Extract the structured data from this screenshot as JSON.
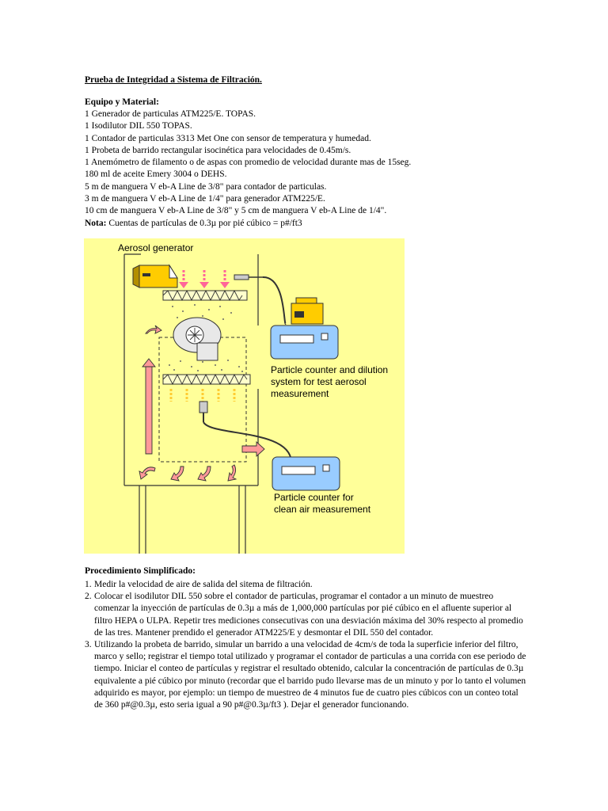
{
  "title": "Prueba de Integridad a Sistema de Filtración.",
  "equipment": {
    "heading": "Equipo y Material:",
    "items": [
      "1 Generador de particulas ATM225/E. TOPAS.",
      "1 Isodilutor DIL 550 TOPAS.",
      "1 Contador de particulas 3313 Met One con sensor de temperatura y humedad.",
      "1 Probeta de barrido rectangular isocinética para velocidades de 0.45m/s.",
      "1 Anemómetro de filamento o de aspas con promedio de velocidad durante mas de 15seg.",
      "180 ml de aceite Emery 3004 o DEHS.",
      "5 m de manguera V eb-A Line de 3/8\" para contador de particulas.",
      "3 m de manguera V eb-A Line de 1/4\" para generador ATM225/E.",
      "10 cm de manguera V eb-A Line de 3/8\" y 5 cm de manguera V eb-A Line de 1/4\"."
    ],
    "note_label": "Nota:",
    "note_text": " Cuentas de partículas de 0.3µ por pié cúbico =  p#/ft3"
  },
  "figure": {
    "labels": {
      "aerosol_generator": "Aerosol generator",
      "counter_dilution_1": "Particle counter and dilution",
      "counter_dilution_2": "system for test aerosol",
      "counter_dilution_3": "measurement",
      "clean_air_1": "Particle counter for",
      "clean_air_2": "clean air measurement"
    },
    "colors": {
      "background": "#ffff99",
      "device_body": "#99ccff",
      "device_top": "#ffcc00",
      "airflow_arrow": "#ff9999",
      "hepa_filter": "#ffffcc"
    }
  },
  "procedure": {
    "heading": "Procedimiento Simplificado:",
    "steps": [
      {
        "num": "1.",
        "text": "Medir la velocidad de aire de salida del sitema de filtración."
      },
      {
        "num": "2.",
        "text": "Colocar el isodilutor DIL 550 sobre el contador de particulas, programar el contador a un minuto de muestreo comenzar la  inyección de partículas de 0.3µ a más de 1,000,000 partículas por pié cúbico en el afluente superior al filtro HEPA o ULPA. Repetir tres mediciones consecutivas con una desviación máxima del 30% respecto al promedio de las tres. Mantener prendido el generador ATM225/E y desmontar el DIL 550 del contador."
      },
      {
        "num": "3.",
        "text": "Utilizando la probeta de barrido, simular un barrido a una velocidad de 4cm/s  de toda la superficie inferior del filtro, marco y sello; registrar el tiempo total utilizado y programar el contador de particulas a una corrida con ese periodo de tiempo. Iniciar el conteo de partículas y registrar el resultado obtenido, calcular la concentración de partículas de 0.3µ equivalente a pié cúbico por minuto (recordar que el barrido pudo llevarse mas de un minuto y por lo tanto el volumen adquirido es mayor, por ejemplo: un tiempo de muestreo de 4 minutos fue de cuatro pies cúbicos con un conteo total de 360 p#@0.3µ, esto seria igual a 90 p#@0.3µ/ft3 ). Dejar el generador funcionando."
      }
    ]
  }
}
